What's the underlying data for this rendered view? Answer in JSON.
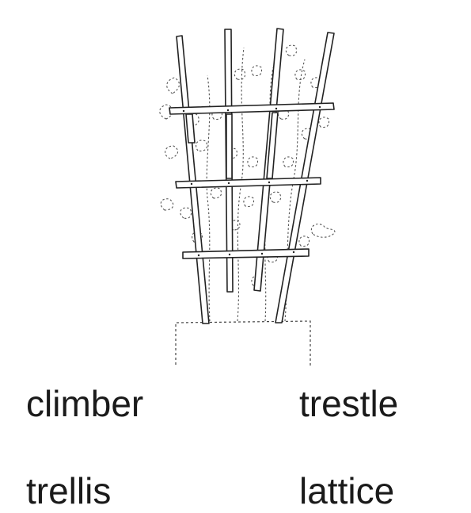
{
  "illustration": {
    "icon": "trellis-with-climbing-plant-drawing",
    "stroke_color": "#222222",
    "foliage_color": "#555555"
  },
  "options": [
    {
      "label": "climber"
    },
    {
      "label": "trestle"
    },
    {
      "label": "trellis"
    },
    {
      "label": "lattice"
    }
  ]
}
